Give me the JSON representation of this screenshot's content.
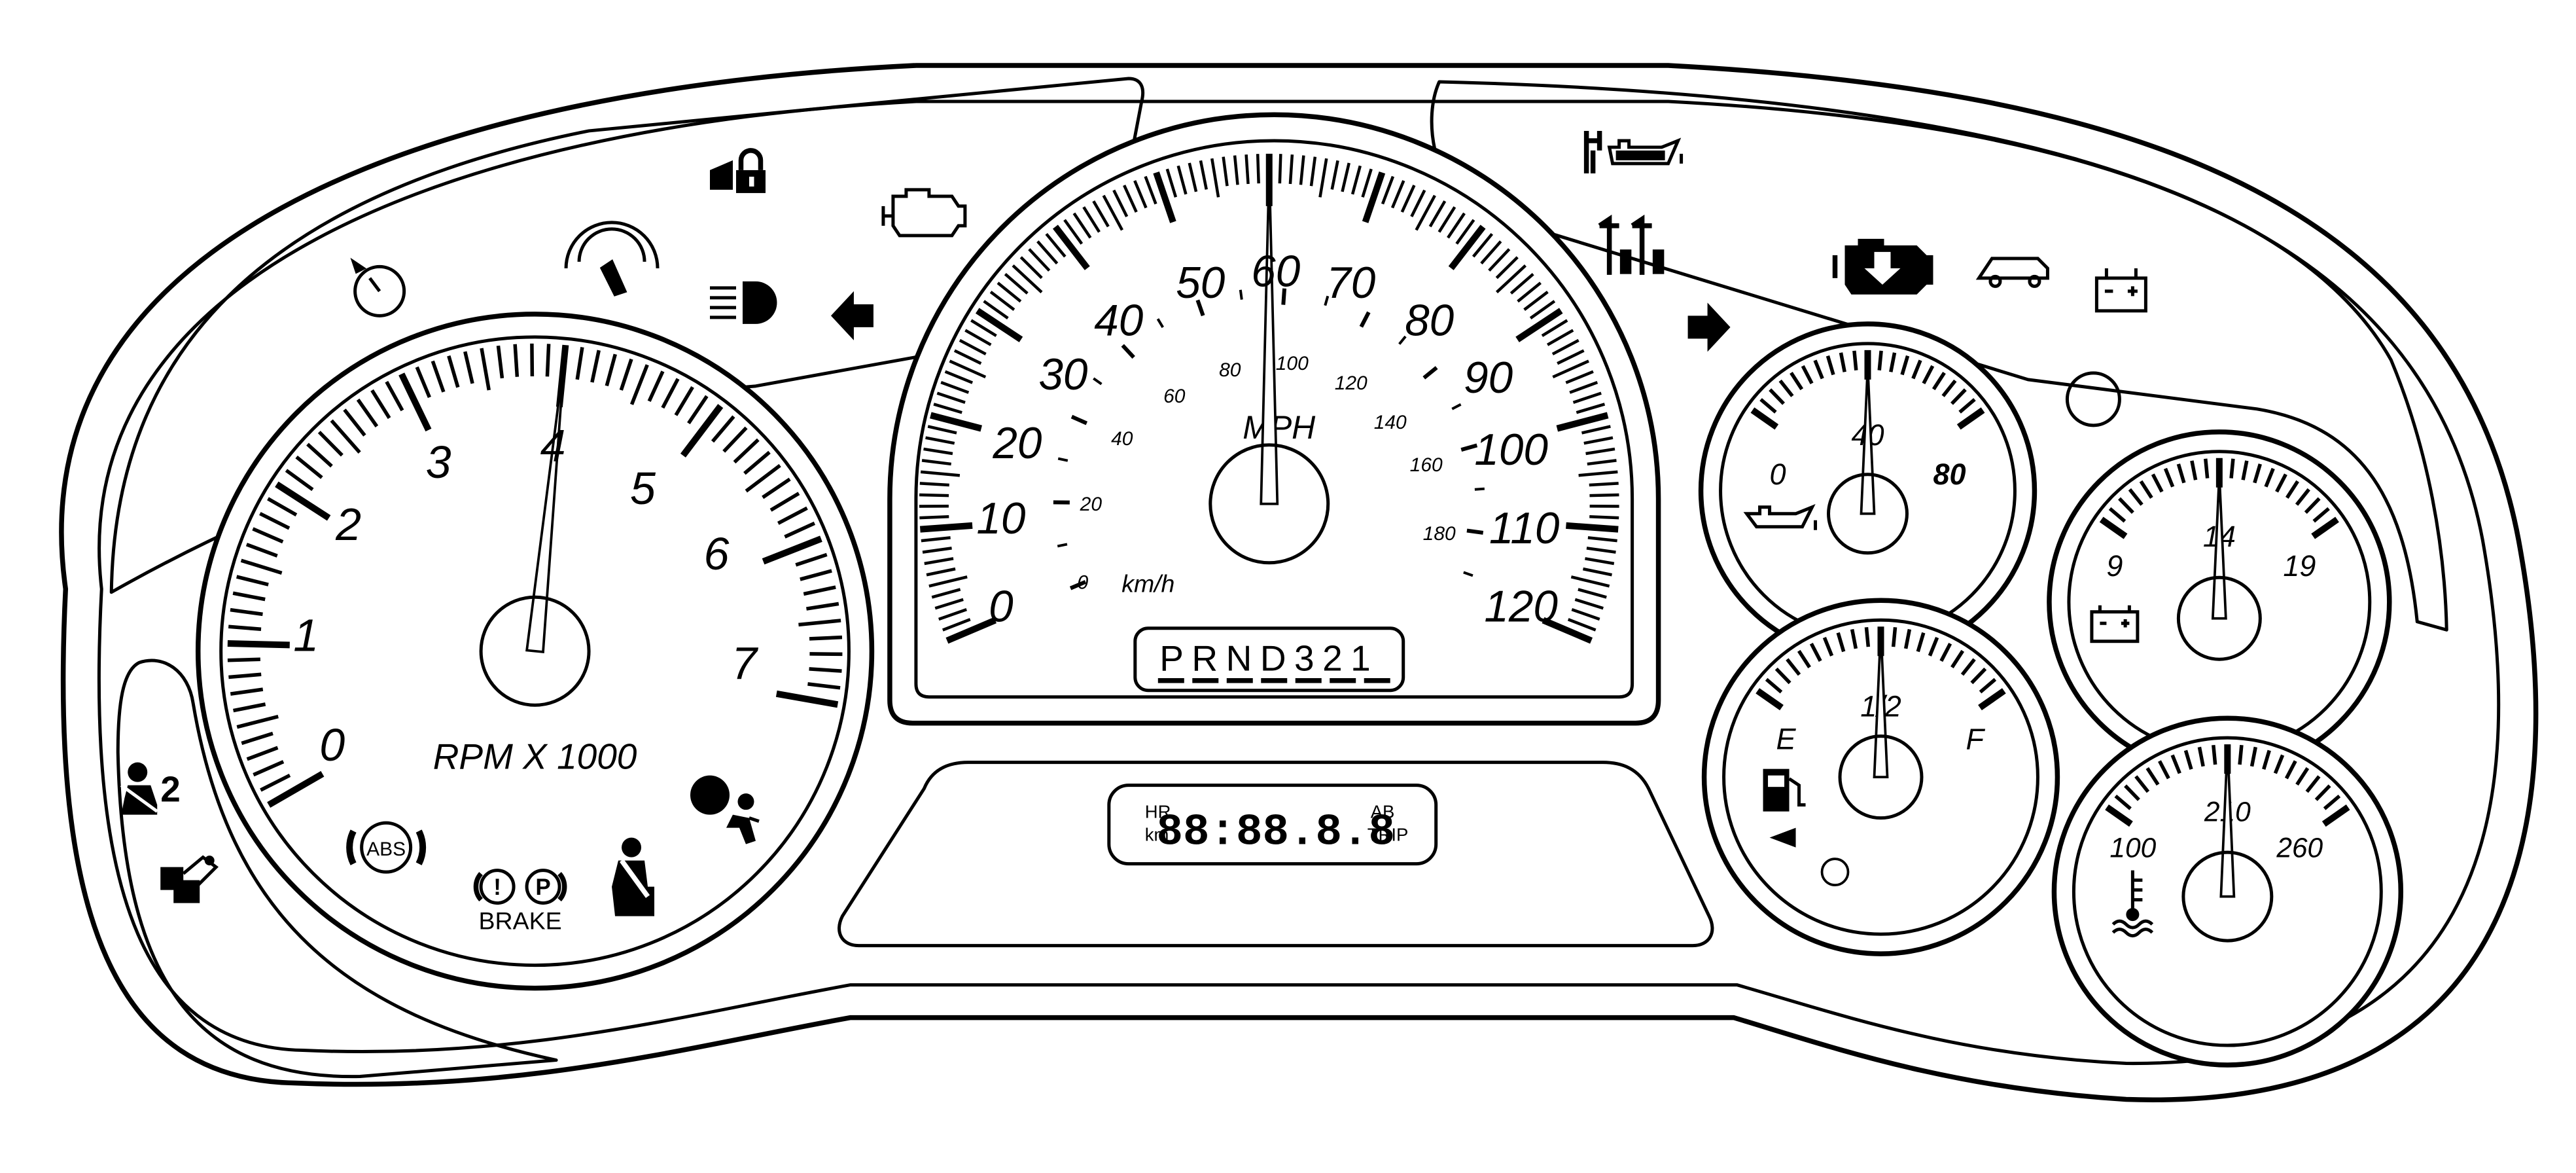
{
  "tachometer": {
    "numbers": [
      "0",
      "1",
      "2",
      "3",
      "4",
      "5",
      "6",
      "7"
    ],
    "unit_label": "RPM X 1000",
    "needle_value": 4
  },
  "speedometer": {
    "mph_numbers": [
      "0",
      "10",
      "20",
      "30",
      "40",
      "50",
      "60",
      "70",
      "80",
      "90",
      "100",
      "110",
      "120"
    ],
    "kmh_numbers": [
      "0",
      "20",
      "40",
      "60",
      "80",
      "100",
      "120",
      "140",
      "160",
      "180"
    ],
    "mph_label": "MPH",
    "kmh_label": "km/h",
    "needle_value": 60
  },
  "gear_indicator": {
    "letters": [
      "P",
      "R",
      "N",
      "D",
      "3",
      "2",
      "1"
    ]
  },
  "odometer": {
    "left_top": "HR",
    "left_bottom": "km",
    "digits": "88:88.8.8",
    "right_top": "AB",
    "right_bottom": "TRIP"
  },
  "oil_gauge": {
    "min": "0",
    "mid": "40",
    "max": "80",
    "icon": "oil-can-icon"
  },
  "fuel_gauge": {
    "empty": "E",
    "half": "1/2",
    "full": "F",
    "icon": "fuel-pump-icon"
  },
  "volt_gauge": {
    "min": "9",
    "mid": "14",
    "max": "19",
    "icon": "battery-icon"
  },
  "temp_gauge": {
    "min": "100",
    "mid": "210",
    "max": "260",
    "icon": "coolant-temp-icon"
  },
  "warning_labels": {
    "abs": "ABS",
    "brake_text": "BRAKE",
    "brake_p": "P",
    "brake_bang": "!",
    "passenger_airbag_number": "2"
  },
  "tell_tales": [
    "cruise-speed-icon",
    "low-traction-icon",
    "security-lock-icon",
    "check-engine-icon",
    "headlamp-icon",
    "left-turn-icon",
    "change-oil-icon",
    "service-4wd-icon",
    "reduced-power-icon",
    "tire-pressure-icon",
    "charging-system-icon",
    "right-turn-icon",
    "seatbelt-icon",
    "airbag-icon",
    "passenger-airbag-off-icon",
    "door-ajar-icon"
  ],
  "colors": {
    "ink": "#000000",
    "face": "#ffffff"
  }
}
